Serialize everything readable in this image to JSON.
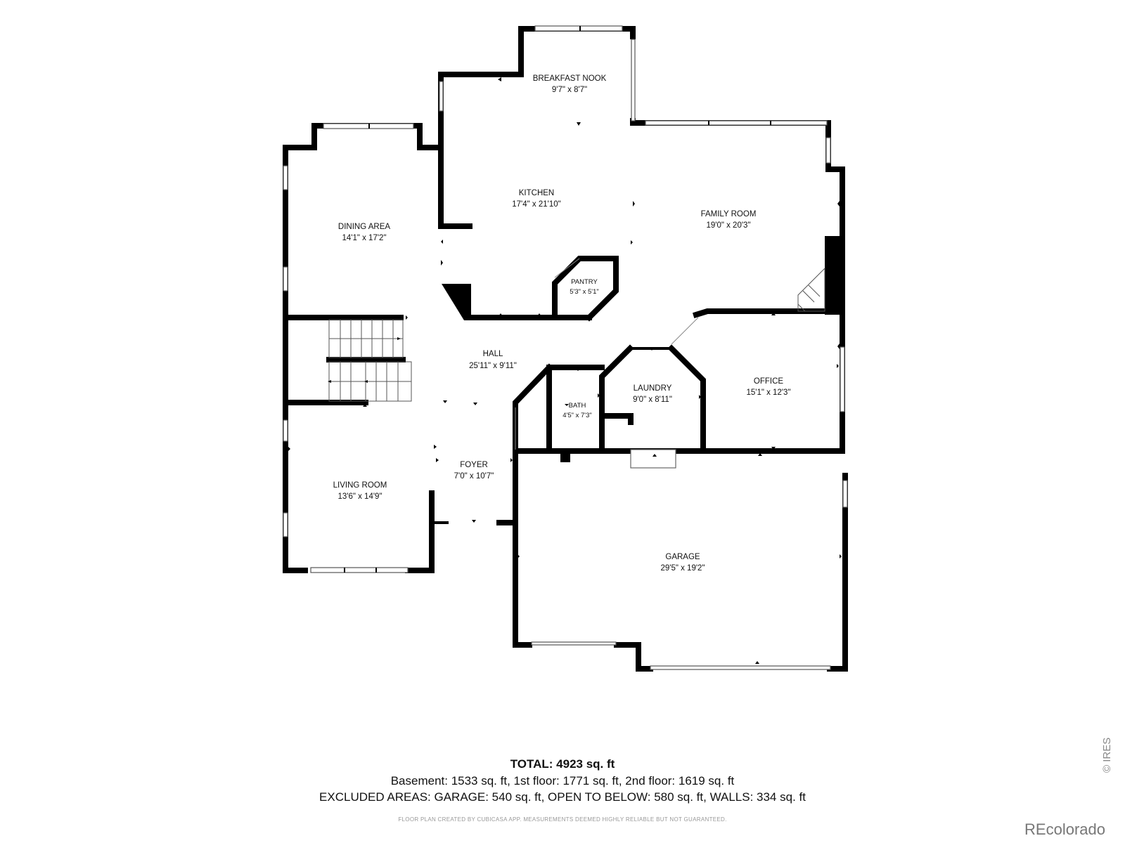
{
  "rooms": {
    "breakfast_nook": {
      "name": "BREAKFAST NOOK",
      "dim": "9'7\" x 8'7\""
    },
    "kitchen": {
      "name": "KITCHEN",
      "dim": "17'4\" x 21'10\""
    },
    "family_room": {
      "name": "FAMILY ROOM",
      "dim": "19'0\" x 20'3\""
    },
    "dining_area": {
      "name": "DINING AREA",
      "dim": "14'1\" x 17'2\""
    },
    "pantry": {
      "name": "PANTRY",
      "dim": "5'3\" x 5'1\""
    },
    "hall": {
      "name": "HALL",
      "dim": "25'11\" x 9'11\""
    },
    "laundry": {
      "name": "LAUNDRY",
      "dim": "9'0\" x 8'11\""
    },
    "office": {
      "name": "OFFICE",
      "dim": "15'1\" x 12'3\""
    },
    "bath": {
      "name": "BATH",
      "dim": "4'5\" x 7'3\""
    },
    "foyer": {
      "name": "FOYER",
      "dim": "7'0\" x 10'7\""
    },
    "living_room": {
      "name": "LIVING ROOM",
      "dim": "13'6\" x 14'9\""
    },
    "garage": {
      "name": "GARAGE",
      "dim": "29'5\" x 19'2\""
    }
  },
  "summary": {
    "total": "TOTAL: 4923 sq. ft",
    "floors": "Basement: 1533 sq. ft, 1st floor: 1771 sq. ft, 2nd floor: 1619 sq. ft",
    "excluded": "EXCLUDED AREAS: GARAGE: 540 sq. ft, OPEN TO BELOW: 580 sq. ft, WALLS: 334 sq. ft"
  },
  "disclaimer": "FLOOR PLAN CREATED BY CUBICASA APP. MEASUREMENTS DEEMED HIGHLY RELIABLE BUT NOT GUARANTEED.",
  "brand": "REcolorado",
  "watermark": "© IRES"
}
